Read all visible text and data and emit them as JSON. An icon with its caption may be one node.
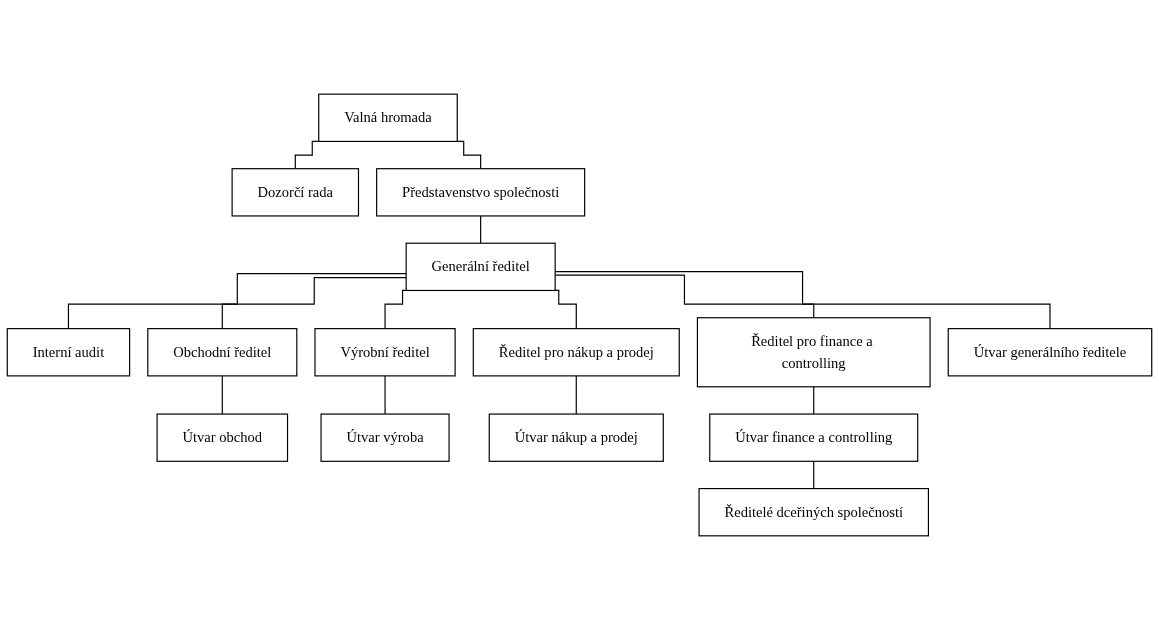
{
  "diagram": {
    "nodes": [
      {
        "text": [
          "Valná hromada"
        ]
      },
      {
        "text": [
          "Dozorčí rada"
        ]
      },
      {
        "text": [
          "Představenstvo společnosti"
        ]
      },
      {
        "text": [
          "Generální ředitel"
        ]
      },
      {
        "text": [
          "Interní audit"
        ]
      },
      {
        "text": [
          "Obchodní ředitel"
        ]
      },
      {
        "text": [
          "Výrobní ředitel"
        ]
      },
      {
        "text": [
          "Ředitel pro nákup a prodej"
        ]
      },
      {
        "text": [
          "Ředitel pro finance a controlling"
        ]
      },
      {
        "text": [
          "Útvar obchod"
        ]
      },
      {
        "text": [
          "Útvar výroba"
        ]
      },
      {
        "text": [
          "Útvar generálního ředitele"
        ]
      },
      {
        "text": [
          "Útvar nákup a prodej"
        ]
      },
      {
        "text": [
          "Útvar finance a controlling"
        ]
      },
      {
        "text": [
          "Ředitelé dceřiných společností"
        ]
      }
    ],
    "edges": [
      {
        "from": 0,
        "to": 2,
        "arrow": "none"
      },
      {
        "from": 0,
        "to": 1,
        "arrow": "none"
      },
      {
        "from": 2,
        "to": 3,
        "arrow": "none"
      },
      {
        "from": 3,
        "to": 4,
        "arrow": "none"
      },
      {
        "from": 3,
        "to": 5,
        "arrow": "none"
      },
      {
        "from": 3,
        "to": 6,
        "arrow": "none"
      },
      {
        "from": 3,
        "to": 11,
        "arrow": "none"
      },
      {
        "from": 3,
        "to": 7,
        "arrow": "none"
      },
      {
        "from": 3,
        "to": 8,
        "arrow": "none"
      },
      {
        "from": 5,
        "to": 9,
        "arrow": "none"
      },
      {
        "from": 6,
        "to": 10,
        "arrow": "none"
      },
      {
        "from": 7,
        "to": 12,
        "arrow": "none"
      },
      {
        "from": 8,
        "to": 13,
        "arrow": "none"
      },
      {
        "from": 13,
        "to": 14,
        "arrow": "none"
      }
    ]
  }
}
